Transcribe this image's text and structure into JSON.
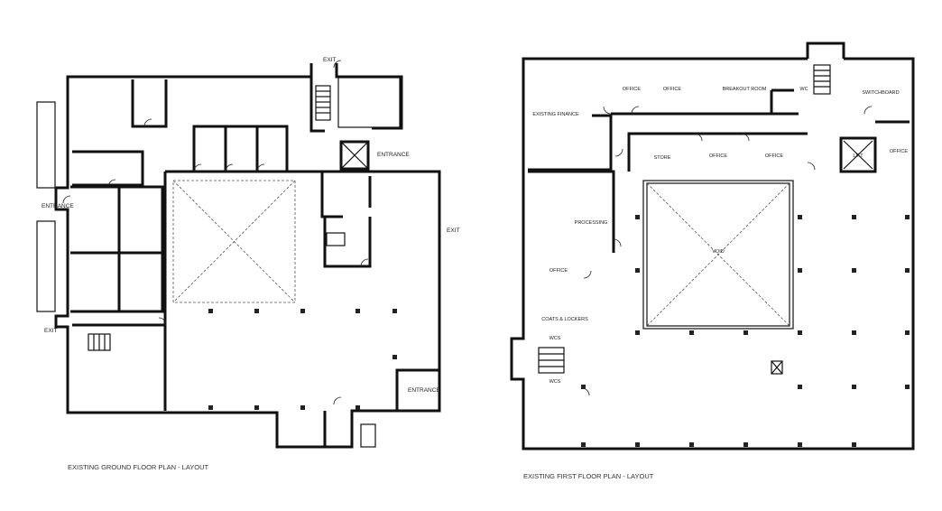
{
  "ground_floor": {
    "caption": "EXISTING GROUND FLOOR PLAN - LAYOUT",
    "labels": {
      "entrance_west": "ENTRANCE",
      "entrance_north": "ENTRANCE",
      "entrance_south": "ENTRANCE",
      "exit_north": "EXIT",
      "exit_east": "EXIT",
      "exit_west": "EXIT"
    }
  },
  "first_floor": {
    "caption": "EXISTING FIRST FLOOR PLAN - LAYOUT",
    "rooms": {
      "finance": "EXISTING FINANCE",
      "office1": "OFFICE",
      "office2": "OFFICE",
      "breakout": "BREAKOUT ROOM",
      "wc": "WC",
      "switchboard": "SWITCHBOARD",
      "store": "STORE",
      "office3": "OFFICE",
      "office4": "OFFICE",
      "lift": "LIFT",
      "office5": "OFFICE",
      "processing": "PROCESSING",
      "office6": "OFFICE",
      "coats": "COATS & LOCKERS",
      "wcs1": "WCS",
      "wcs2": "WCS",
      "void": "VOID"
    }
  }
}
